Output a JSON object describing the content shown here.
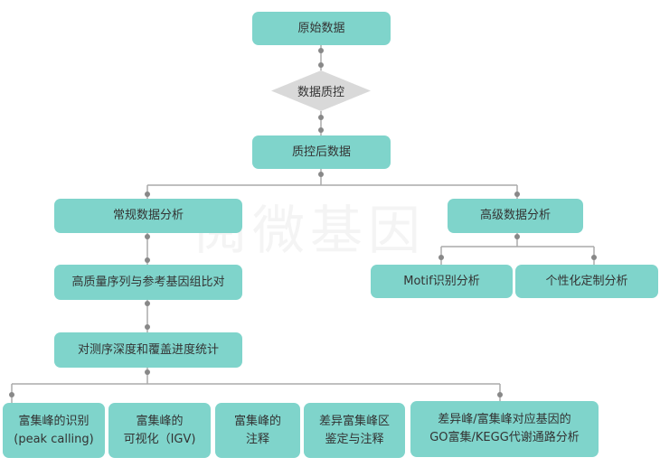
{
  "nodes": {
    "raw_data": "原始数据",
    "qc": "数据质控",
    "clean_data": "质控后数据",
    "standard_analysis": "常规数据分析",
    "advanced_analysis": "高级数据分析",
    "alignment": "高质量序列与参考基因组比对",
    "depth_coverage": "对测序深度和覆盖进度统计",
    "motif": "Motif识别分析",
    "custom": "个性化定制分析",
    "bottom": [
      {
        "line1": "富集峰的识别",
        "line2": "(peak calling)"
      },
      {
        "line1": "富集峰的",
        "line2": "可视化（IGV)"
      },
      {
        "line1": "富集峰的",
        "line2": "注释"
      },
      {
        "line1": "差异富集峰区",
        "line2": "鉴定与注释"
      },
      {
        "line1": "差异峰/富集峰对应基因的",
        "line2": "GO富集/KEGG代谢通路分析"
      }
    ]
  },
  "watermark": "阅微基因",
  "colors": {
    "box": "#7fd4cb",
    "diamond": "#d9d9d9",
    "line": "#aaaaaa",
    "dot": "#888888"
  }
}
